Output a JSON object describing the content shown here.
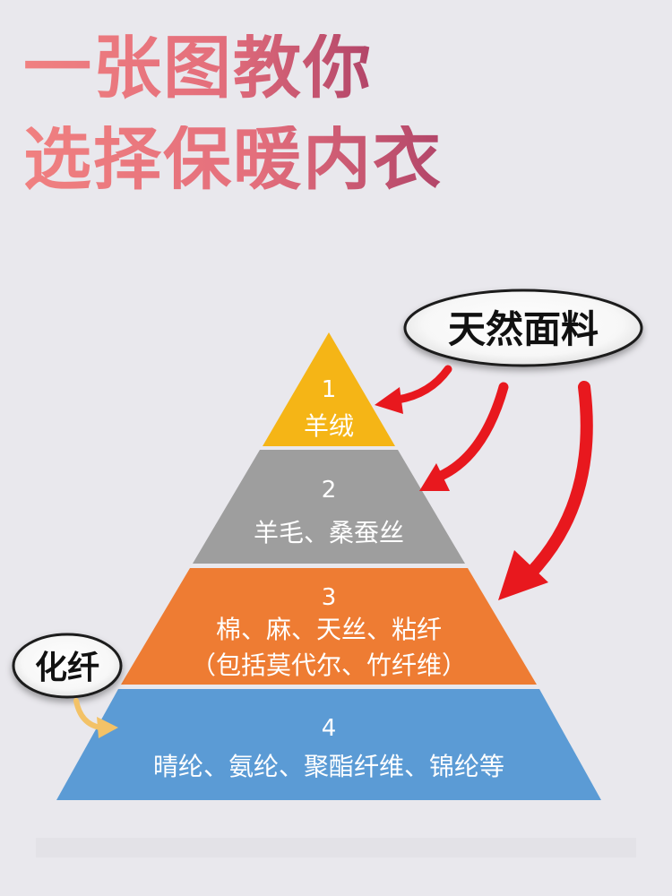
{
  "title": {
    "line1": "一张图教你",
    "line2": "选择保暖内衣"
  },
  "callouts": {
    "natural": "天然面料",
    "synthetic": "化纤"
  },
  "pyramid": [
    {
      "number": "1",
      "label": "羊绒",
      "color": "#f5b516"
    },
    {
      "number": "2",
      "label": "羊毛、桑蚕丝",
      "color": "#9e9e9e"
    },
    {
      "number": "3",
      "label": "棉、麻、天丝、粘纤",
      "label2": "（包括莫代尔、竹纤维）",
      "color": "#ee7c33"
    },
    {
      "number": "4",
      "label": "晴纶、氨纶、聚酯纤维、锦纶等",
      "color": "#5b9bd5"
    }
  ],
  "colors": {
    "arrow_red": "#e8181e",
    "arrow_yellow": "#f3c267"
  }
}
